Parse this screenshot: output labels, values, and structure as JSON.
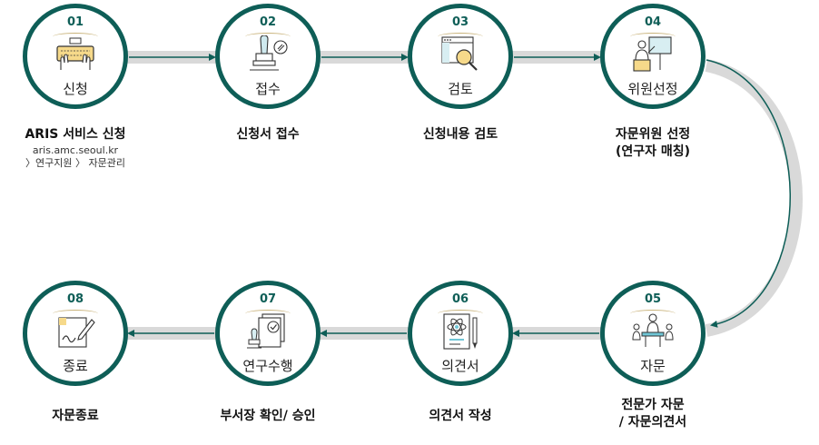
{
  "colors": {
    "ring": "#0e5e57",
    "connector_track": "#d9d9d9",
    "arrow": "#0e5e57",
    "number": "#0e5e57",
    "arc_gold": "#c9b37a"
  },
  "steps": [
    {
      "num": "01",
      "label": "신청",
      "icon": "keyboard-hands-icon",
      "desc": [
        "ARIS 서비스 신청"
      ],
      "sub": [
        "aris.amc.seoul.kr",
        "〉연구지원 〉 자문관리"
      ]
    },
    {
      "num": "02",
      "label": "접수",
      "icon": "stamp-icon",
      "desc": [
        "신청서 접수"
      ]
    },
    {
      "num": "03",
      "label": "검토",
      "icon": "search-window-icon",
      "desc": [
        "신청내용 검토"
      ]
    },
    {
      "num": "04",
      "label": "위원선정",
      "icon": "presentation-board-icon",
      "desc": [
        "자문위원 선정",
        "(연구자 매칭)"
      ]
    },
    {
      "num": "05",
      "label": "자문",
      "icon": "meeting-table-icon",
      "desc": [
        "전문가 자문",
        "/ 자문의견서"
      ]
    },
    {
      "num": "06",
      "label": "의견서",
      "icon": "research-document-icon",
      "desc": [
        "의견서 작성"
      ]
    },
    {
      "num": "07",
      "label": "연구수행",
      "icon": "approval-documents-icon",
      "desc": [
        "부서장 확인/ 승인"
      ]
    },
    {
      "num": "08",
      "label": "종료",
      "icon": "signature-pen-icon",
      "desc": [
        "자문종료"
      ]
    }
  ]
}
